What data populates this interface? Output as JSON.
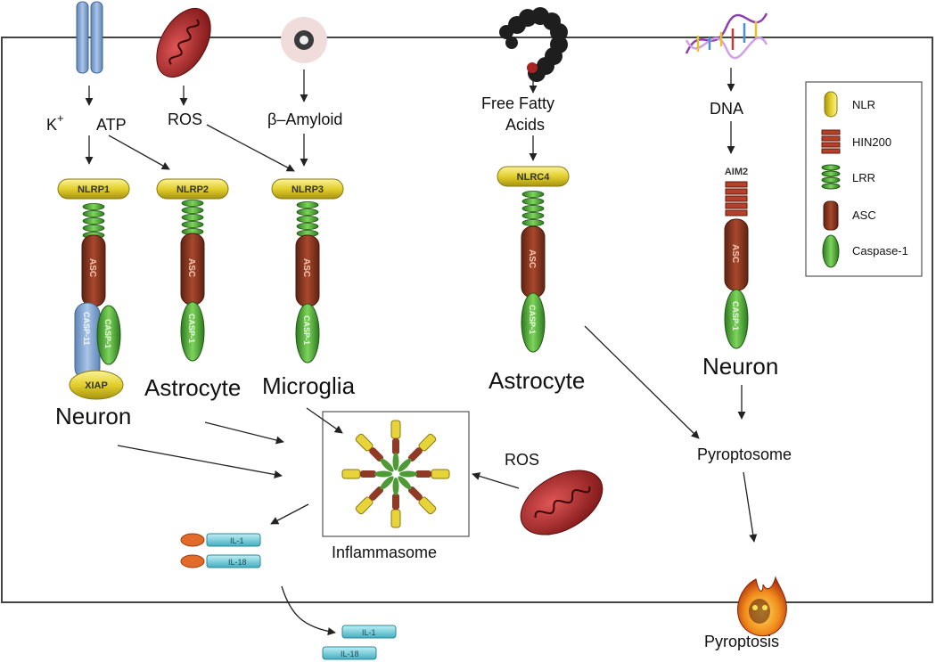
{
  "triggers": {
    "k_plus": "K",
    "k_sup": "+",
    "atp": "ATP",
    "ros_top": "ROS",
    "beta_amyloid": "β–Amyloid",
    "free_fatty_acids_1": "Free Fatty",
    "free_fatty_acids_2": "Acids",
    "dna": "DNA"
  },
  "sensors": {
    "nlrp1": "NLRP1",
    "nlrp2": "NLRP2",
    "nlrp3": "NLRP3",
    "nlrc4": "NLRC4",
    "aim2": "AIM2"
  },
  "components": {
    "asc": "ASC",
    "casp1": "CASP-1",
    "casp11": "CASP-11",
    "xiap": "XIAP",
    "il1": "IL-1",
    "il18": "IL-18"
  },
  "cell_types": {
    "neuron_left": "Neuron",
    "astrocyte_left": "Astrocyte",
    "microglia": "Microglia",
    "astrocyte_right": "Astrocyte",
    "neuron_right": "Neuron"
  },
  "outcomes": {
    "ros_mid": "ROS",
    "inflammasome": "Inflammasome",
    "pyroptosome": "Pyroptosome",
    "pyroptosis": "Pyroptosis"
  },
  "legend": {
    "items": [
      {
        "label": "NLR",
        "icon": "nlr-icon",
        "color": "#e6d43a"
      },
      {
        "label": "HIN200",
        "icon": "hin200-icon",
        "color": "#b5412a"
      },
      {
        "label": "LRR",
        "icon": "lrr-icon",
        "color": "#3e9a2b"
      },
      {
        "label": "ASC",
        "icon": "asc-icon",
        "color": "#8e3a25"
      },
      {
        "label": "Caspase-1",
        "icon": "caspase1-icon",
        "color": "#4e9a35"
      }
    ]
  }
}
